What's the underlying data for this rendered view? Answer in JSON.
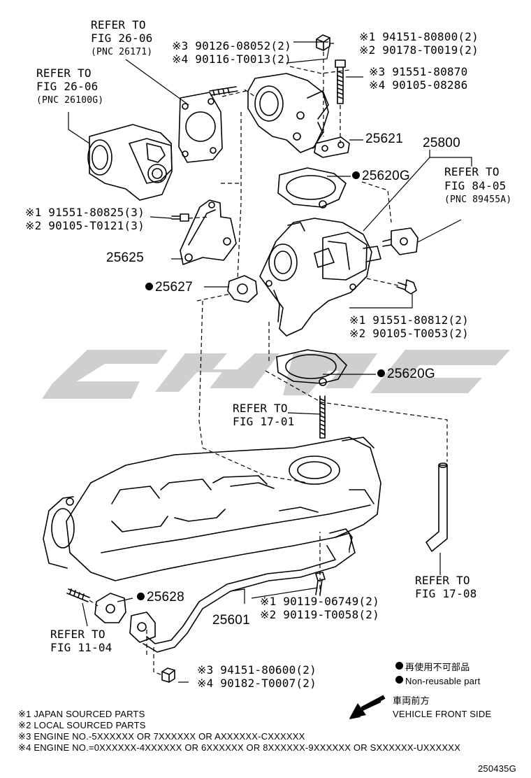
{
  "refs": {
    "fig2606_a": {
      "line1": "REFER TO",
      "line2": "FIG 26-06",
      "line3": "(PNC 26171)"
    },
    "fig2606_b": {
      "line1": "REFER TO",
      "line2": "FIG 26-06",
      "line3": "(PNC 26100G)"
    },
    "fig8405": {
      "line1": "REFER TO",
      "line2": "FIG 84-05",
      "line3": "(PNC 89455A)"
    },
    "fig1701": {
      "line1": "REFER TO",
      "line2": "FIG 17-01"
    },
    "fig1708": {
      "line1": "REFER TO",
      "line2": "FIG 17-08"
    },
    "fig1104": {
      "line1": "REFER TO",
      "line2": "FIG 11-04"
    }
  },
  "parts": {
    "stud_top": {
      "l1": "※3 90126-08052(2)",
      "l2": "※4 90116-T0013(2)"
    },
    "nut_top": {
      "l1": "※1 94151-80800(2)",
      "l2": "※2 90178-T0019(2)"
    },
    "bolt_top": {
      "l1": "※3 91551-80870",
      "l2": "※4 90105-08286"
    },
    "p25621": "25621",
    "p25800": "25800",
    "p25620g_upper": "25620G",
    "bolt_left": {
      "l1": "※1 91551-80825(3)",
      "l2": "※2 90105-T0121(3)"
    },
    "p25625": "25625",
    "p25627": "25627",
    "bolt_right": {
      "l1": "※1 91551-80812(2)",
      "l2": "※2 90105-T0053(2)"
    },
    "p25620g_lower": "25620G",
    "p25628": "25628",
    "p25601": "25601",
    "bolt_pipe": {
      "l1": "※1 90119-06749(2)",
      "l2": "※2 90119-T0058(2)"
    },
    "nut_bottom": {
      "l1": "※3 94151-80600(2)",
      "l2": "※4 90182-T0007(2)"
    }
  },
  "legend": {
    "jp": "再使用不可部品",
    "en": "Non-reusable part"
  },
  "direction": {
    "jp": "車両前方",
    "en": "VEHICLE FRONT SIDE"
  },
  "notes": [
    "※1 JAPAN SOURCED PARTS",
    "※2 LOCAL SOURCED PARTS",
    "※3 ENGINE NO.-5XXXXXX OR 7XXXXXX OR AXXXXXX-CXXXXXX",
    "※4 ENGINE NO.=0XXXXXX-4XXXXXX OR 6XXXXXX OR 8XXXXXX-9XXXXXX OR SXXXXXX-UXXXXXX"
  ],
  "figure_code": "250435G",
  "watermark": "CJ4C"
}
